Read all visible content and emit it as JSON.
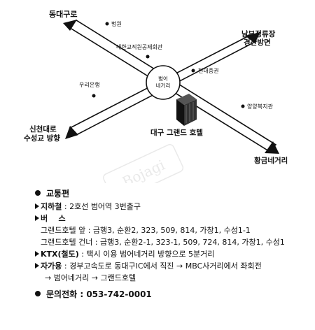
{
  "map": {
    "roads": {
      "northwest": "동대구로",
      "northeast_1": "남부정류장",
      "northeast_2": "경산방면",
      "southwest_1": "신천대로",
      "southwest_2": "수성교 방향",
      "southeast": "황금네거리"
    },
    "intersection": {
      "line1": "범어",
      "line2": "네거리"
    },
    "landmarks": {
      "court": "법원",
      "teachers": "대한교직원공제회관",
      "woori": "우리은행",
      "hyundai": "현대증권",
      "yangyang": "양양복지관"
    },
    "hotel": "대구 그랜드 호텔",
    "watermark": "Bojagi",
    "colors": {
      "road_fill": "#ffffff",
      "road_stroke": "#111111",
      "building": "#111111"
    }
  },
  "info": {
    "transport_heading": "교통편",
    "subway_label": "지하철",
    "subway_text": "2호선 범어역 3번출구",
    "bus_label": "버    스",
    "bus_front": "그랜드호텔 앞 : 급행3, 순환2, 323, 509, 814, 가창1, 수성1-1",
    "bus_across": "그랜드호텔 건너 : 급행3, 순환2-1, 323-1, 509, 724, 814, 가창1, 수성1",
    "ktx_label": "KTX(철도)",
    "ktx_text": "택시 이용 범어네거리 방향으로 5분거리",
    "car_label": "자가용",
    "car_text": "경부고속도로 동대구IC에서 직진 → MBC사거리에서 좌회전",
    "car_text2": "→ 범어네거리 → 그랜드호텔",
    "phone_label": "문의전화",
    "phone_number": "053-742-0001"
  }
}
